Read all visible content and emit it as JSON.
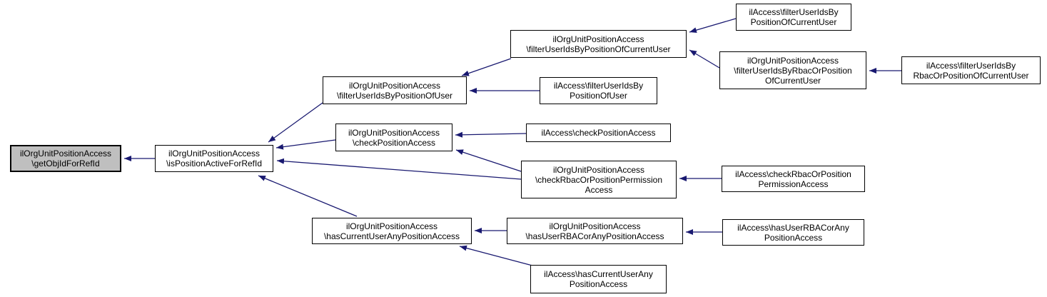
{
  "diagram": {
    "kind": "caller-graph",
    "background_color": "#ffffff",
    "edge_color": "#191970",
    "node_fill_color": "#ffffff",
    "node_border_color": "#000000",
    "highlighted_node_fill_color": "#bfbfbf",
    "text_color": "#000000"
  },
  "nodes": [
    {
      "id": "getObjIdForRefId",
      "highlighted": true,
      "lines": [
        "ilOrgUnitPositionAccess",
        "\\getObjIdForRefId"
      ]
    },
    {
      "id": "isPositionActiveForRefId",
      "highlighted": false,
      "lines": [
        "ilOrgUnitPositionAccess",
        "\\isPositionActiveForRefId"
      ]
    },
    {
      "id": "filterUserIdsByPositionOfUser",
      "highlighted": false,
      "lines": [
        "ilOrgUnitPositionAccess",
        "\\filterUserIdsByPositionOfUser"
      ]
    },
    {
      "id": "filterUserIdsByPositionOfCurrentUser",
      "highlighted": false,
      "lines": [
        "ilOrgUnitPositionAccess",
        "\\filterUserIdsByPositionOfCurrentUser"
      ]
    },
    {
      "id": "ilAccess-filterUserIdsByPositionOfCurrentUser",
      "highlighted": false,
      "lines": [
        "ilAccess\\filterUserIdsBy",
        "PositionOfCurrentUser"
      ]
    },
    {
      "id": "ilAccess-filterUserIdsByPositionOfUser",
      "highlighted": false,
      "lines": [
        "ilAccess\\filterUserIdsBy",
        "PositionOfUser"
      ]
    },
    {
      "id": "filterUserIdsByRbacOrPositionOfCurrentUser",
      "highlighted": false,
      "lines": [
        "ilOrgUnitPositionAccess",
        "\\filterUserIdsByRbacOrPosition",
        "OfCurrentUser"
      ]
    },
    {
      "id": "ilAccess-filterUserIdsByRbacOrPositionOfCurrentUser",
      "highlighted": false,
      "lines": [
        "ilAccess\\filterUserIdsBy",
        "RbacOrPositionOfCurrentUser"
      ]
    },
    {
      "id": "checkPositionAccess",
      "highlighted": false,
      "lines": [
        "ilOrgUnitPositionAccess",
        "\\checkPositionAccess"
      ]
    },
    {
      "id": "ilAccess-checkPositionAccess",
      "highlighted": false,
      "lines": [
        "ilAccess\\checkPositionAccess"
      ]
    },
    {
      "id": "checkRbacOrPositionPermissionAccess",
      "highlighted": false,
      "lines": [
        "ilOrgUnitPositionAccess",
        "\\checkRbacOrPositionPermission",
        "Access"
      ]
    },
    {
      "id": "ilAccess-checkRbacOrPositionPermissionAccess",
      "highlighted": false,
      "lines": [
        "ilAccess\\checkRbacOrPosition",
        "PermissionAccess"
      ]
    },
    {
      "id": "hasCurrentUserAnyPositionAccess",
      "highlighted": false,
      "lines": [
        "ilOrgUnitPositionAccess",
        "\\hasCurrentUserAnyPositionAccess"
      ]
    },
    {
      "id": "hasUserRBACorAnyPositionAccess",
      "highlighted": false,
      "lines": [
        "ilOrgUnitPositionAccess",
        "\\hasUserRBACorAnyPositionAccess"
      ]
    },
    {
      "id": "ilAccess-hasUserRBACorAnyPositionAccess",
      "highlighted": false,
      "lines": [
        "ilAccess\\hasUserRBACorAny",
        "PositionAccess"
      ]
    },
    {
      "id": "ilAccess-hasCurrentUserAnyPositionAccess",
      "highlighted": false,
      "lines": [
        "ilAccess\\hasCurrentUserAny",
        "PositionAccess"
      ]
    }
  ],
  "edges": [
    {
      "from": "isPositionActiveForRefId",
      "to": "getObjIdForRefId"
    },
    {
      "from": "filterUserIdsByPositionOfUser",
      "to": "isPositionActiveForRefId"
    },
    {
      "from": "checkPositionAccess",
      "to": "isPositionActiveForRefId"
    },
    {
      "from": "checkRbacOrPositionPermissionAccess",
      "to": "isPositionActiveForRefId"
    },
    {
      "from": "hasCurrentUserAnyPositionAccess",
      "to": "isPositionActiveForRefId"
    },
    {
      "from": "filterUserIdsByPositionOfCurrentUser",
      "to": "filterUserIdsByPositionOfUser"
    },
    {
      "from": "ilAccess-filterUserIdsByPositionOfUser",
      "to": "filterUserIdsByPositionOfUser"
    },
    {
      "from": "ilAccess-filterUserIdsByPositionOfCurrentUser",
      "to": "filterUserIdsByPositionOfCurrentUser"
    },
    {
      "from": "filterUserIdsByRbacOrPositionOfCurrentUser",
      "to": "filterUserIdsByPositionOfCurrentUser"
    },
    {
      "from": "ilAccess-filterUserIdsByRbacOrPositionOfCurrentUser",
      "to": "filterUserIdsByRbacOrPositionOfCurrentUser"
    },
    {
      "from": "ilAccess-checkPositionAccess",
      "to": "checkPositionAccess"
    },
    {
      "from": "checkRbacOrPositionPermissionAccess",
      "to": "checkPositionAccess"
    },
    {
      "from": "ilAccess-checkRbacOrPositionPermissionAccess",
      "to": "checkRbacOrPositionPermissionAccess"
    },
    {
      "from": "hasUserRBACorAnyPositionAccess",
      "to": "hasCurrentUserAnyPositionAccess"
    },
    {
      "from": "ilAccess-hasCurrentUserAnyPositionAccess",
      "to": "hasCurrentUserAnyPositionAccess"
    },
    {
      "from": "ilAccess-hasUserRBACorAnyPositionAccess",
      "to": "hasUserRBACorAnyPositionAccess"
    }
  ]
}
